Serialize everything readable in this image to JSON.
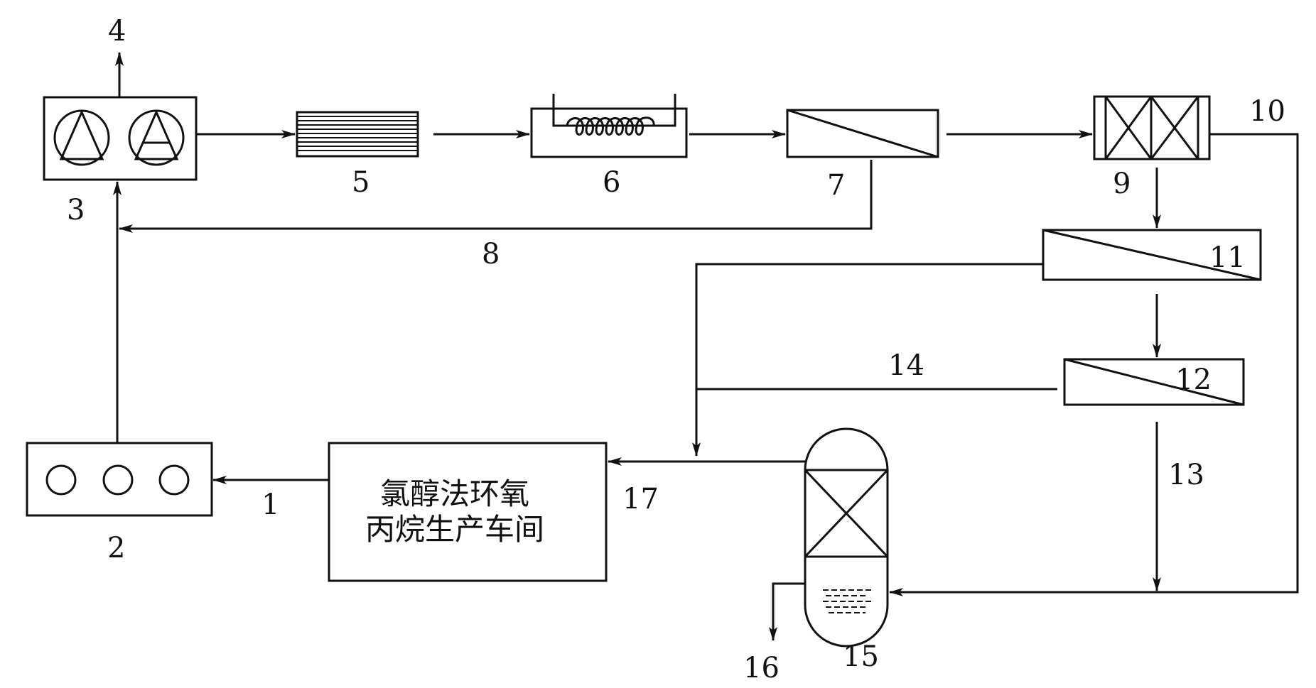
{
  "labels": {
    "n1": "1",
    "n2": "2",
    "n3": "3",
    "n4": "4",
    "n5": "5",
    "n6": "6",
    "n7": "7",
    "n8": "8",
    "n9": "9",
    "n10": "10",
    "n11": "11",
    "n12": "12",
    "n13": "13",
    "n14": "14",
    "n15": "15",
    "n16": "16",
    "n17": "17"
  },
  "plant": {
    "line1": "氯醇法环氧",
    "line2": "丙烷生产车间"
  },
  "colors": {
    "stroke": "#111111",
    "background": "#ffffff"
  }
}
